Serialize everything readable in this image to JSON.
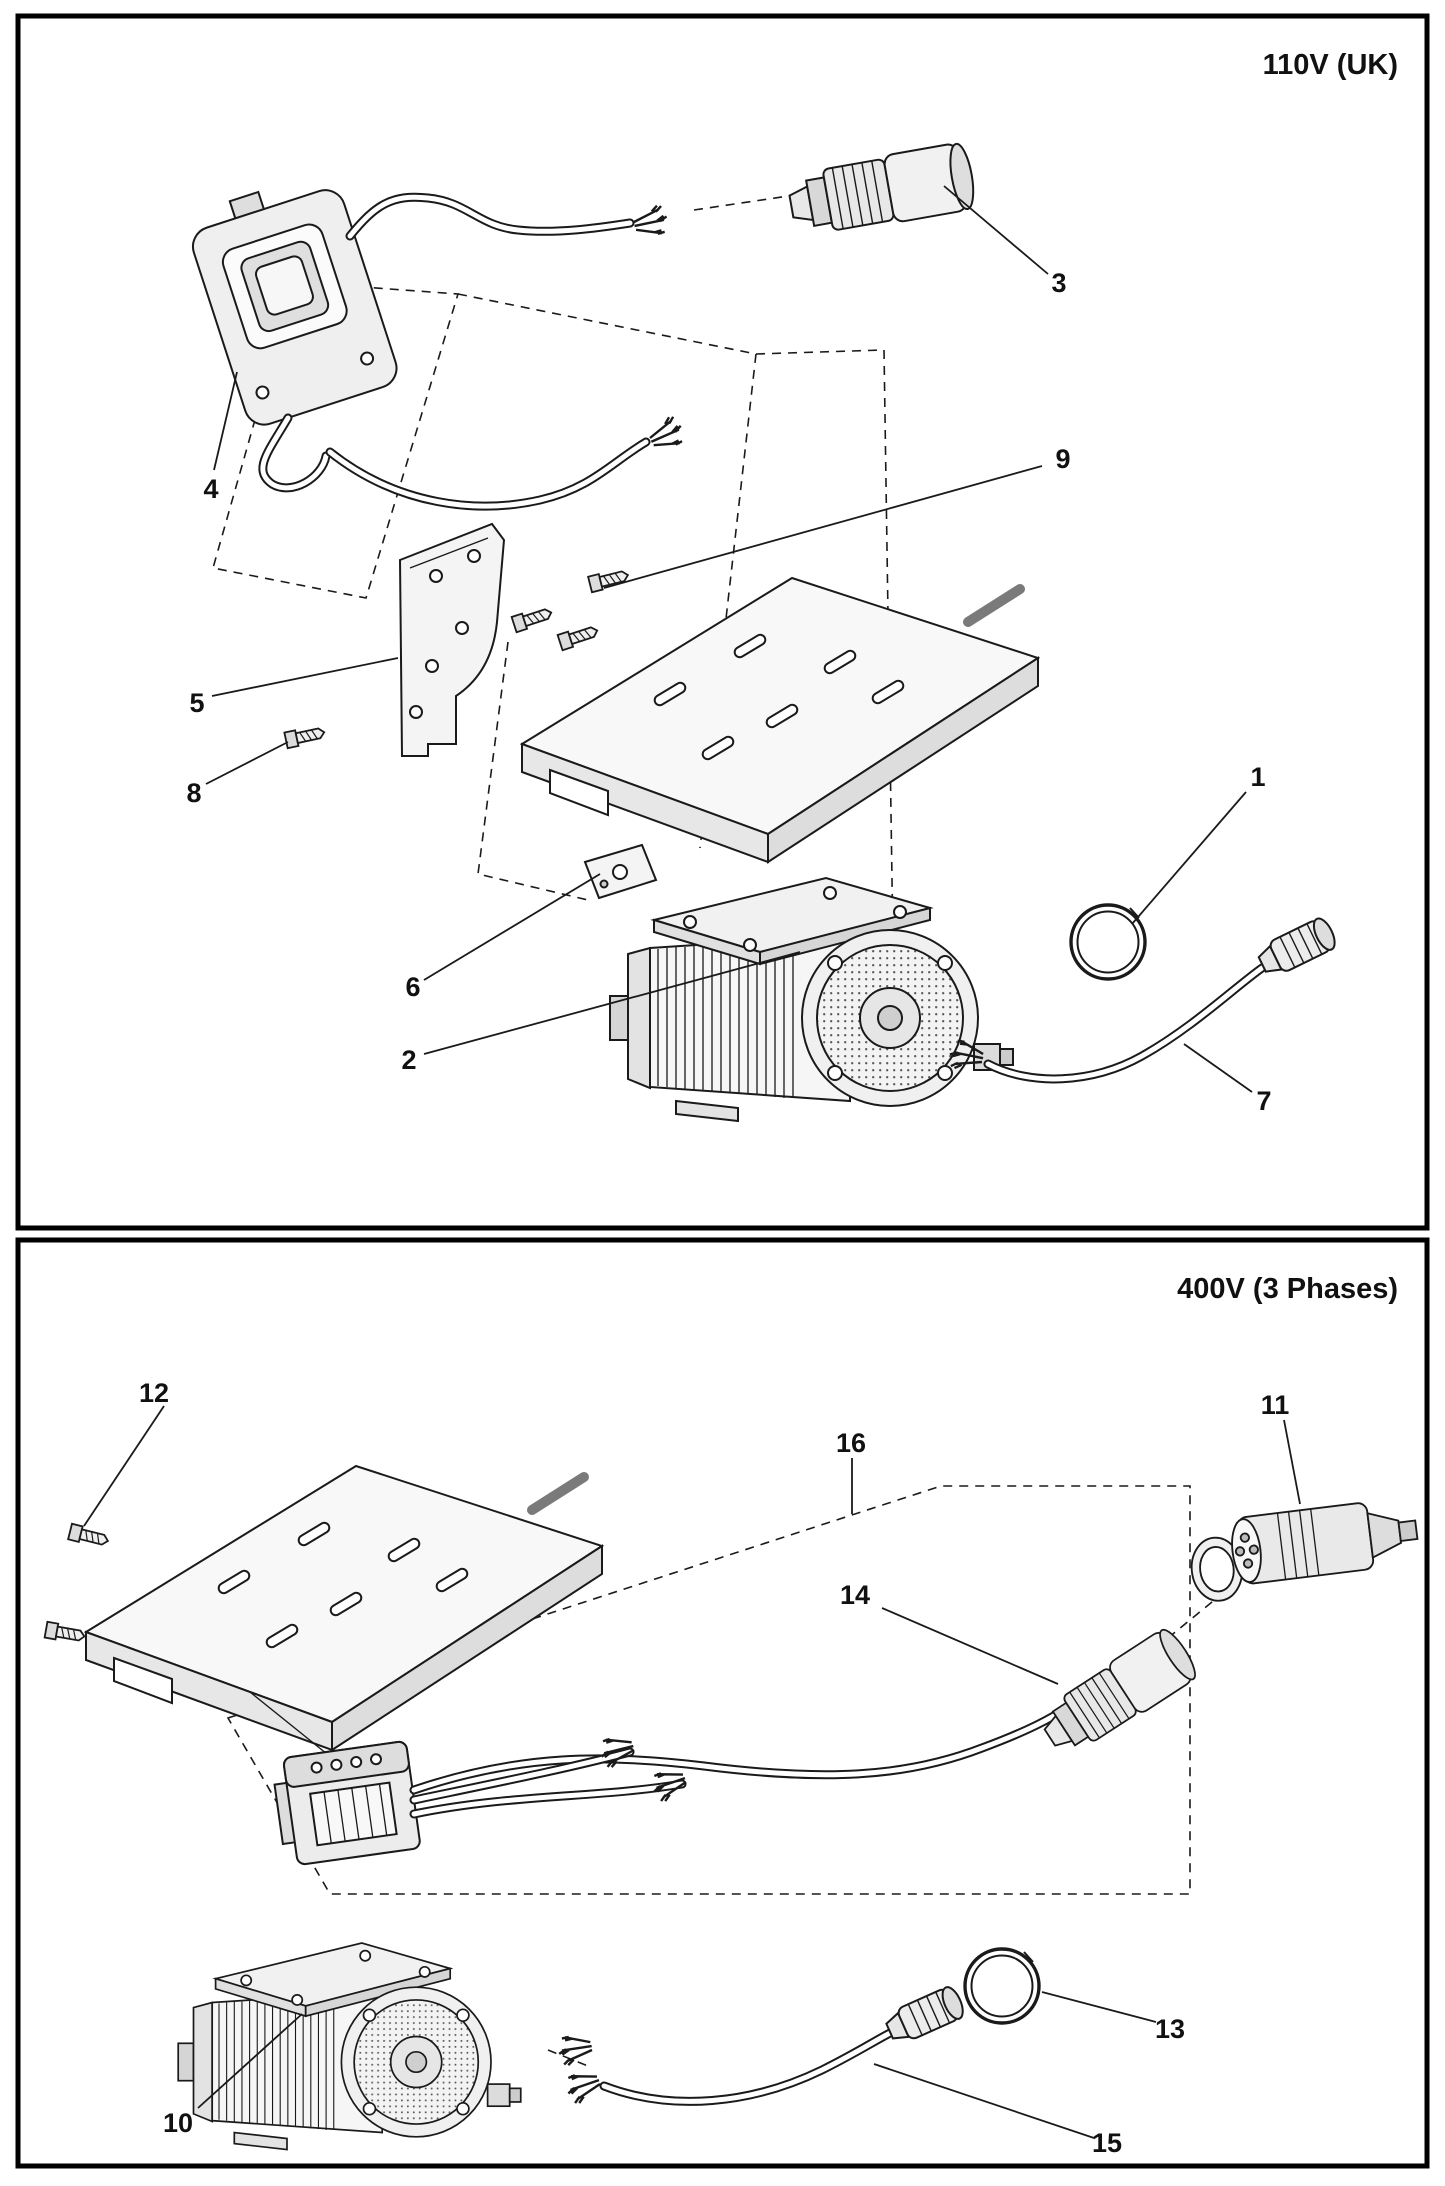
{
  "figure": {
    "panel_110v": {
      "title": "110V (UK)",
      "parts": {
        "1": "1",
        "2": "2",
        "3": "3",
        "4": "4",
        "5": "5",
        "6": "6",
        "7": "7",
        "8": "8",
        "9": "9"
      }
    },
    "panel_400v": {
      "title": "400V (3 Phases)",
      "parts": {
        "10": "10",
        "11": "11",
        "12": "12",
        "13": "13",
        "14": "14",
        "15": "15",
        "16": "16"
      }
    }
  }
}
